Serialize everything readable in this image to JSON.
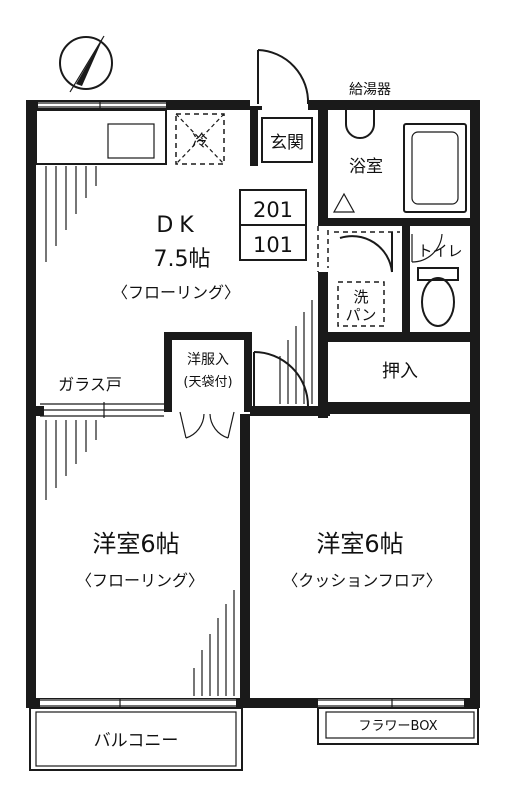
{
  "labels": {
    "water_heater": "給湯器",
    "fridge": "冷",
    "entrance": "玄関",
    "bath": "浴室",
    "unit_top": "201",
    "unit_bottom": "101",
    "dk_name": "DK",
    "dk_size": "7.5帖",
    "dk_floor": "〈フローリング〉",
    "toilet": "トイレ",
    "washer_line1": "洗",
    "washer_line2": "パン",
    "closet": "押入",
    "wardrobe_line1": "洋服入",
    "wardrobe_line2": "(天袋付)",
    "glass_door": "ガラス戸",
    "room_left_name": "洋室6帖",
    "room_left_floor": "〈フローリング〉",
    "room_right_name": "洋室6帖",
    "room_right_floor": "〈クッションフロア〉",
    "balcony": "バルコニー",
    "flower_box": "フラワーBOX"
  },
  "icons": {
    "north": "north-arrow-icon"
  }
}
